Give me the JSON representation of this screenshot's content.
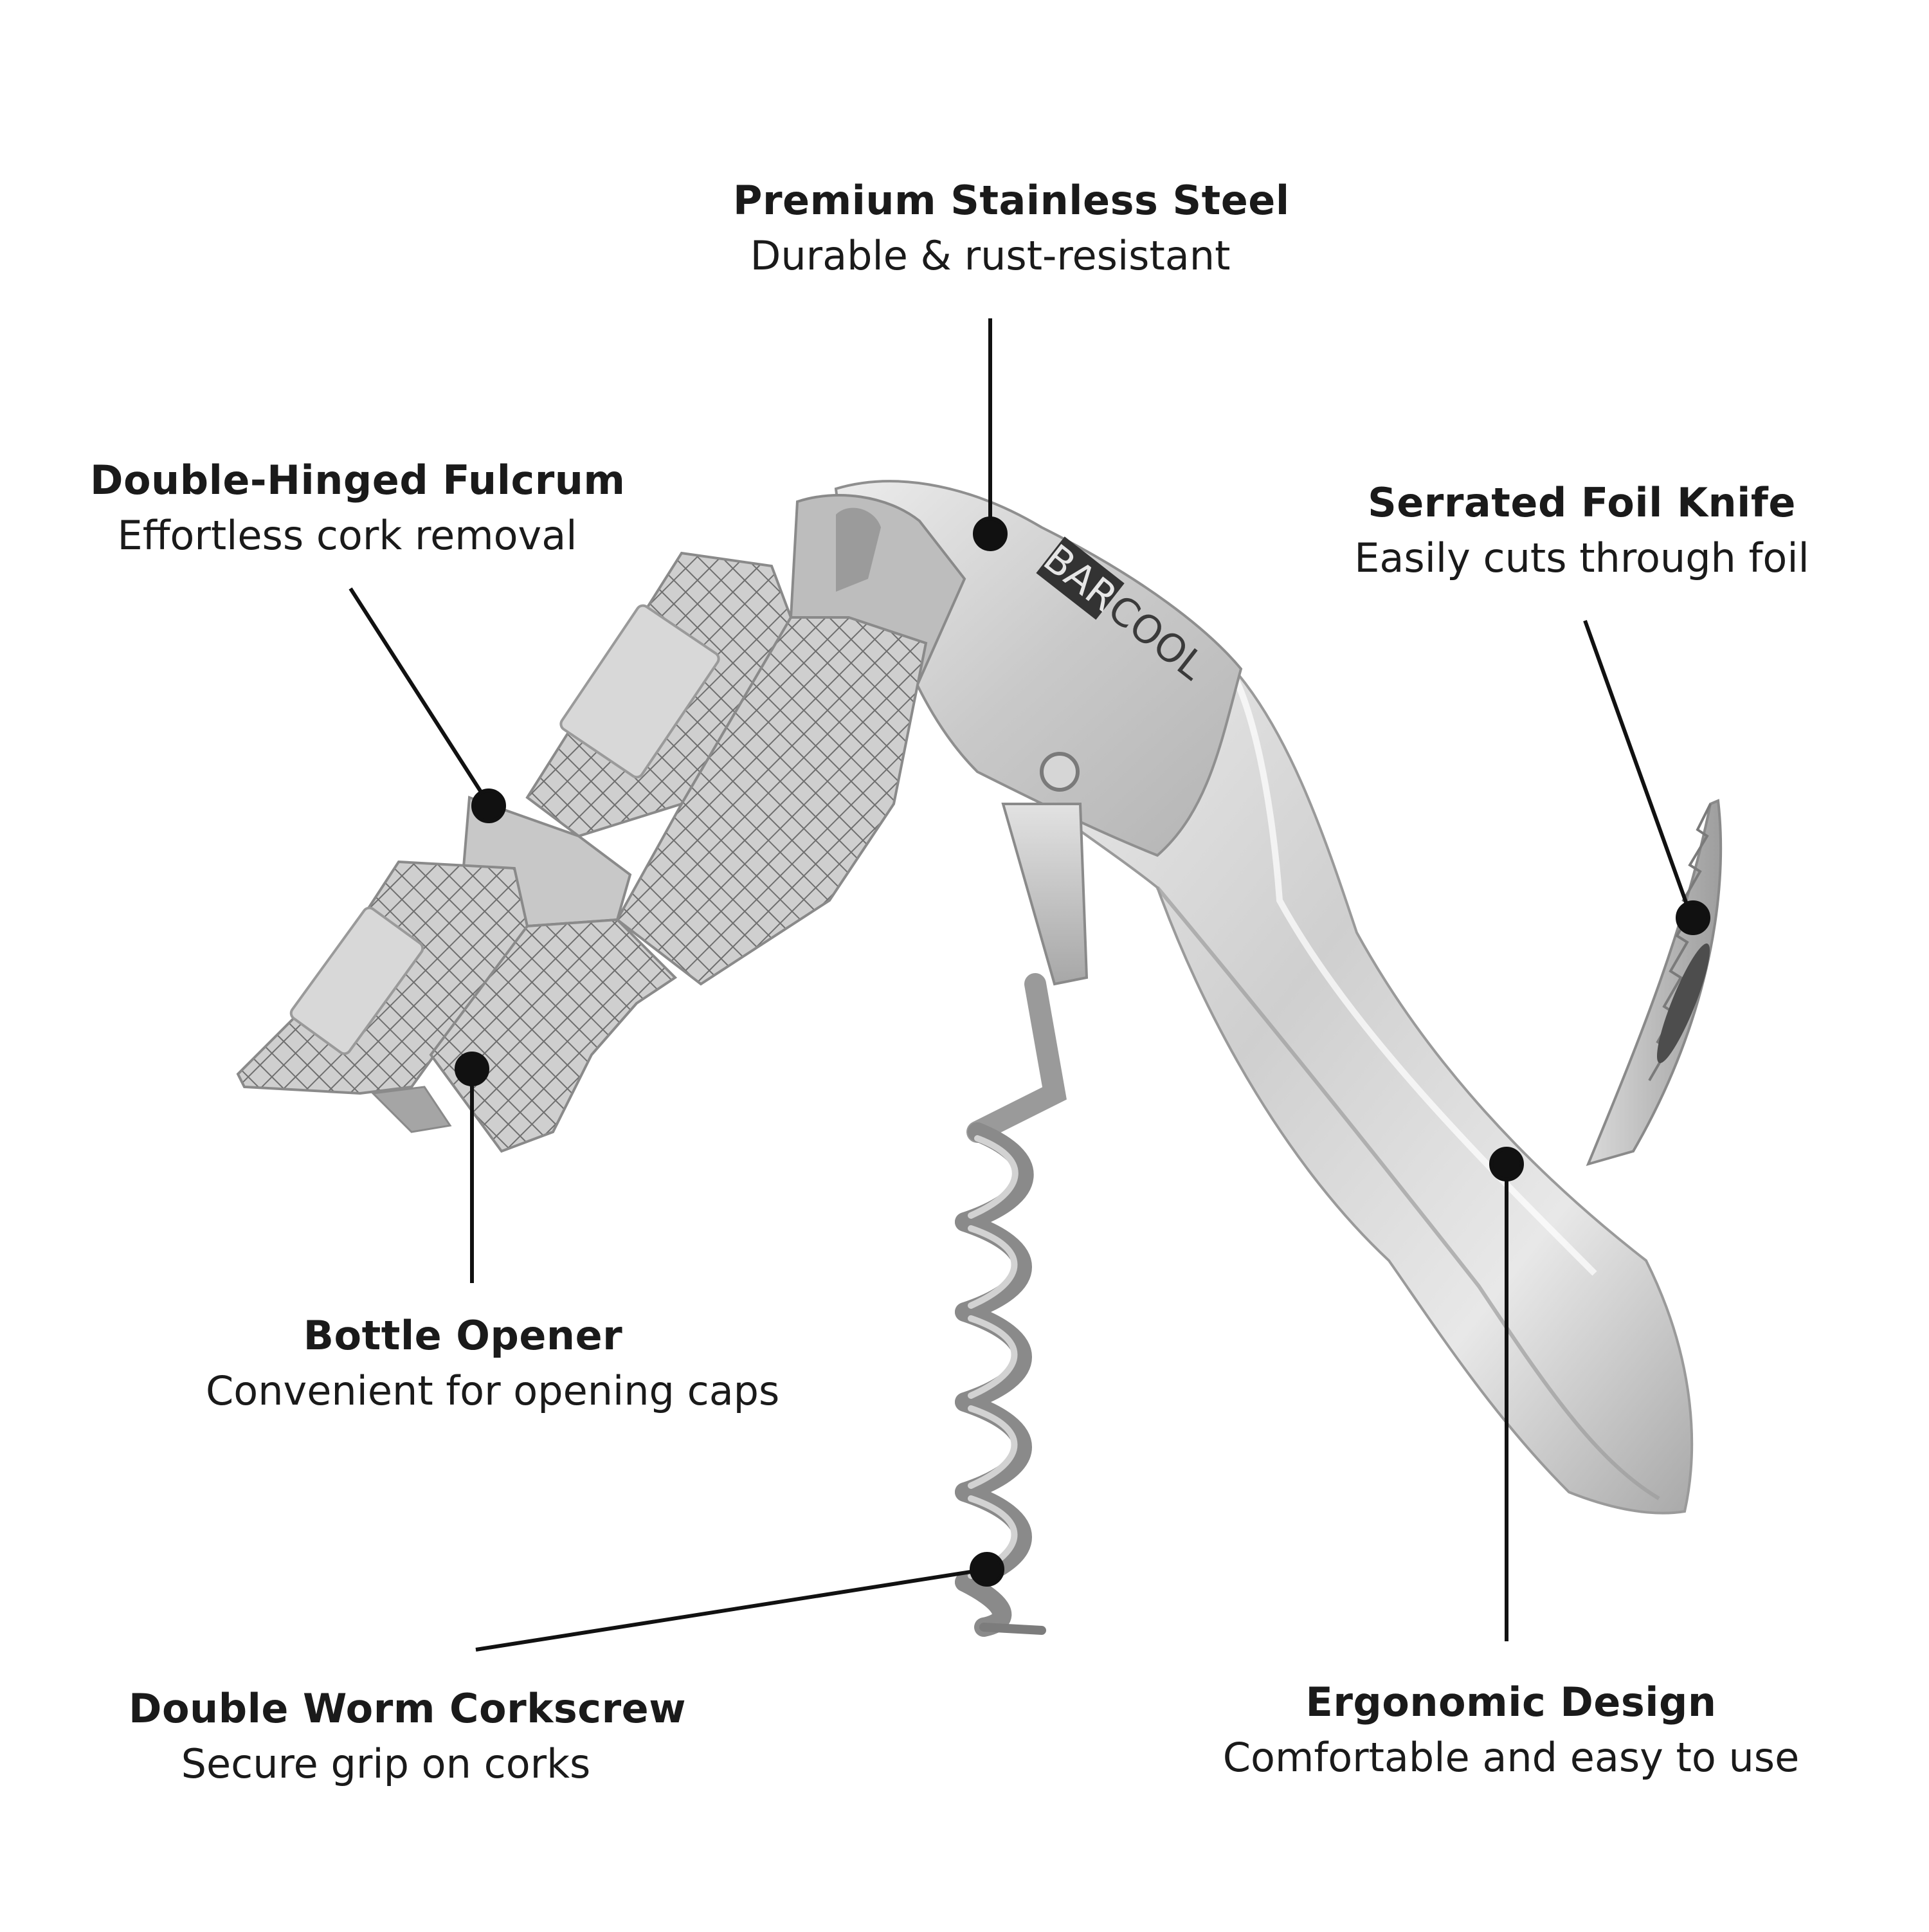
{
  "brand": {
    "logo_text": "BARCOOL",
    "logo_box": "BAR",
    "logo_rest": "COOL"
  },
  "colors": {
    "steel_light": "#e6e6e6",
    "steel_mid": "#bdbdbd",
    "steel_dark": "#7c7c7c",
    "line": "#111111",
    "text": "#1a1a1a"
  },
  "callouts": {
    "steel": {
      "title": "Premium Stainless Steel",
      "subtitle": "Durable & rust-resistant"
    },
    "fulcrum": {
      "title": "Double-Hinged Fulcrum",
      "subtitle": "Effortless cork removal"
    },
    "knife": {
      "title": "Serrated Foil Knife",
      "subtitle": "Easily cuts through foil"
    },
    "opener": {
      "title": "Bottle Opener",
      "subtitle": "Convenient for opening caps"
    },
    "worm": {
      "title": "Double Worm Corkscrew",
      "subtitle": "Secure grip on corks"
    },
    "ergo": {
      "title": "Ergonomic Design",
      "subtitle": "Comfortable and easy to use"
    }
  }
}
